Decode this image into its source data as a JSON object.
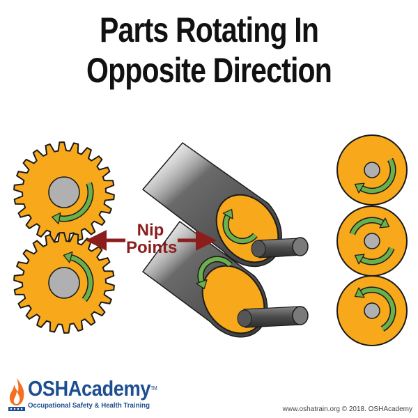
{
  "title": {
    "line1": "Parts Rotating In",
    "line2": "Opposite Direction"
  },
  "nip_points": {
    "line1": "Nip",
    "line2": "Points"
  },
  "brand": {
    "name": "OSHAcademy",
    "trademark": "TM",
    "tagline": "Occupational Safety & Health Training"
  },
  "credit": "www.oshatrain.org © 2018. OSHAcademy",
  "colors": {
    "part_orange": "#f7a81b",
    "outline": "#1a1a1a",
    "hub_gray": "#b0b0b0",
    "arrow_green": "#6ab04c",
    "nip_arrow_red": "#8b1d1d",
    "brand_blue": "#1d4e8f",
    "flame_orange": "#f36f21"
  },
  "icons": [
    "rotation-arrow-icon",
    "nip-point-arrow-icon",
    "flame-logo-icon"
  ]
}
